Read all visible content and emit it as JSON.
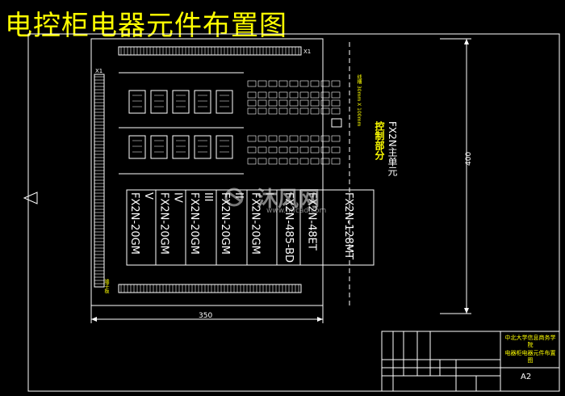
{
  "title": "电控柜电器元件布置图",
  "labels": {
    "x1_top": "X1",
    "x1_left": "X1",
    "dim_width": "350",
    "dim_height": "400",
    "main_unit_line1": "FX2N主单元",
    "main_unit_line2": "控制部分",
    "cable_duct": "线槽",
    "duct_size": "线槽 30mm X 100mm",
    "terminal": "端子板"
  },
  "plc_modules": [
    {
      "line1": "FX2N-20GM",
      "line2": "V"
    },
    {
      "line1": "FX2N-20GM",
      "line2": "IV"
    },
    {
      "line1": "FX2N-20GM",
      "line2": "III"
    },
    {
      "line1": "FX2N-20GM",
      "line2": "II"
    },
    {
      "line1": "FX2N-20GM",
      "line2": "I"
    },
    {
      "line1": "FX2N-485-BD",
      "line2": ""
    },
    {
      "line1": "FX2N-48ET",
      "line2": ""
    },
    {
      "line1": "FX2N-128MT",
      "line2": ""
    }
  ],
  "title_block": {
    "school": "中北大学信息商务学院",
    "drawing_name": "电器柜电器元件布置图",
    "sheet": "A2"
  },
  "watermark": {
    "brand": "沐风网",
    "url": "www.mfcad.com"
  },
  "colors": {
    "background": "#000000",
    "title": "#ffff00",
    "line": "#ffffff",
    "dim": "#00ffff",
    "label": "#ffff00"
  }
}
